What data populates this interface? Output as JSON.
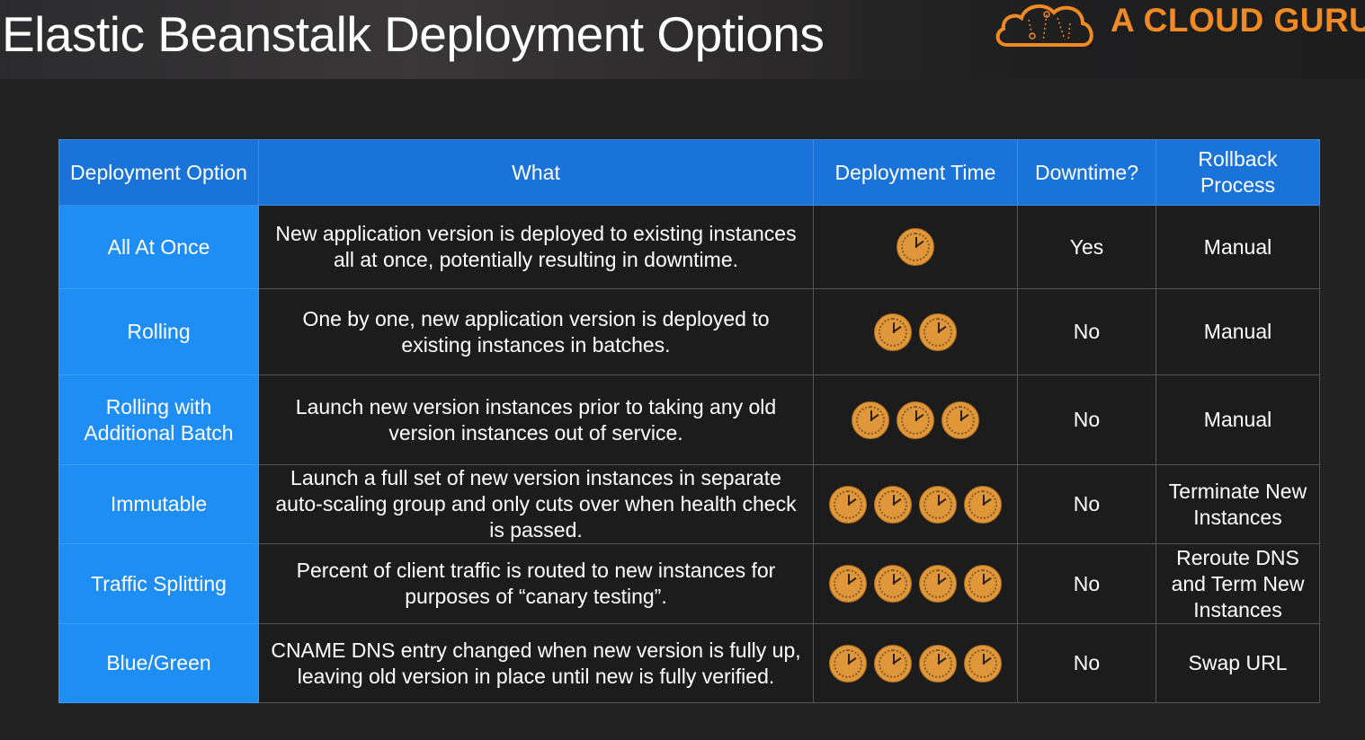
{
  "title": "Elastic Beanstalk Deployment Options",
  "logo": {
    "text": "A CLOUD GURU",
    "icon": "cloud-logo-icon",
    "color": "#f08a24"
  },
  "colors": {
    "header_bg": "#1a73d9",
    "option_bg": "#1e8ef5",
    "clock": "#e0973a"
  },
  "table": {
    "headers": [
      "Deployment Option",
      "What",
      "Deployment Time",
      "Downtime?",
      "Rollback Process"
    ],
    "rows": [
      {
        "option": "All At Once",
        "what": "New application version is deployed to existing instances all at once, potentially resulting in downtime.",
        "time_clocks": 1,
        "downtime": "Yes",
        "rollback": "Manual"
      },
      {
        "option": "Rolling",
        "what": "One by one, new application version is deployed to existing instances in batches.",
        "time_clocks": 2,
        "downtime": "No",
        "rollback": "Manual"
      },
      {
        "option": "Rolling with Additional Batch",
        "what": "Launch new version instances prior to taking any old version instances out of service.",
        "time_clocks": 3,
        "downtime": "No",
        "rollback": "Manual"
      },
      {
        "option": "Immutable",
        "what": "Launch a full set of new version instances in separate auto-scaling group and only cuts over when health check is passed.",
        "time_clocks": 4,
        "downtime": "No",
        "rollback": "Terminate New Instances"
      },
      {
        "option": "Traffic Splitting",
        "what": "Percent of client traffic is routed to new instances for purposes of “canary testing”.",
        "time_clocks": 4,
        "downtime": "No",
        "rollback": "Reroute DNS and Term New Instances"
      },
      {
        "option": "Blue/Green",
        "what": "CNAME DNS entry changed when new version is fully up, leaving old version in place until new is fully verified.",
        "time_clocks": 4,
        "downtime": "No",
        "rollback": "Swap URL"
      }
    ]
  }
}
